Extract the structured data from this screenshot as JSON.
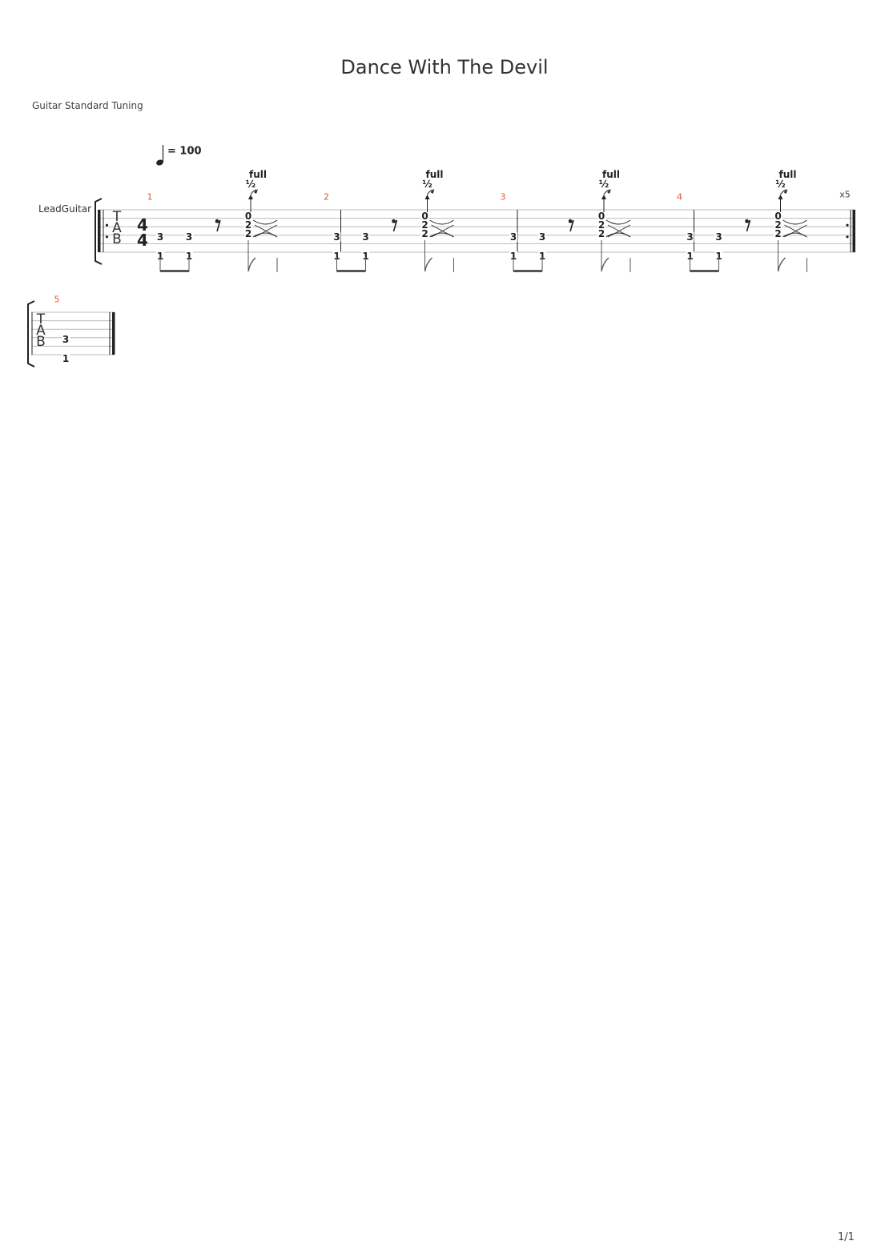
{
  "title": "Dance With The Devil",
  "tuning": "Guitar Standard Tuning",
  "tempo": {
    "label": "= 100"
  },
  "track": {
    "name": "LeadGuitar"
  },
  "tab_clef": [
    "T",
    "A",
    "B"
  ],
  "time_signature": {
    "top": "4",
    "bottom": "4"
  },
  "repeat_count": "x5",
  "page_number": "1/1",
  "colors": {
    "measure_number": "#e8542a",
    "staff_line": "#bbbbbb",
    "ink": "#222222"
  },
  "measures": [
    {
      "number": "1",
      "notes": [
        {
          "string": 4,
          "fret": "3"
        },
        {
          "string": 6,
          "fret": "1"
        },
        {
          "string": 4,
          "fret": "3"
        },
        {
          "string": 6,
          "fret": "1"
        }
      ],
      "rest": "eighth",
      "chord": [
        "0",
        "2",
        "2"
      ],
      "bend": {
        "amount": "full",
        "release": "½"
      }
    },
    {
      "number": "2",
      "notes": [
        {
          "string": 4,
          "fret": "3"
        },
        {
          "string": 6,
          "fret": "1"
        },
        {
          "string": 4,
          "fret": "3"
        },
        {
          "string": 6,
          "fret": "1"
        }
      ],
      "rest": "eighth",
      "chord": [
        "0",
        "2",
        "2"
      ],
      "bend": {
        "amount": "full",
        "release": "½"
      }
    },
    {
      "number": "3",
      "notes": [
        {
          "string": 4,
          "fret": "3"
        },
        {
          "string": 6,
          "fret": "1"
        },
        {
          "string": 4,
          "fret": "3"
        },
        {
          "string": 6,
          "fret": "1"
        }
      ],
      "rest": "eighth",
      "chord": [
        "0",
        "2",
        "2"
      ],
      "bend": {
        "amount": "full",
        "release": "½"
      }
    },
    {
      "number": "4",
      "notes": [
        {
          "string": 4,
          "fret": "3"
        },
        {
          "string": 6,
          "fret": "1"
        },
        {
          "string": 4,
          "fret": "3"
        },
        {
          "string": 6,
          "fret": "1"
        }
      ],
      "rest": "eighth",
      "chord": [
        "0",
        "2",
        "2"
      ],
      "bend": {
        "amount": "full",
        "release": "½"
      }
    }
  ],
  "final_measure": {
    "number": "5",
    "notes": [
      {
        "string": 4,
        "fret": "3"
      },
      {
        "string": 6,
        "fret": "1"
      }
    ]
  }
}
